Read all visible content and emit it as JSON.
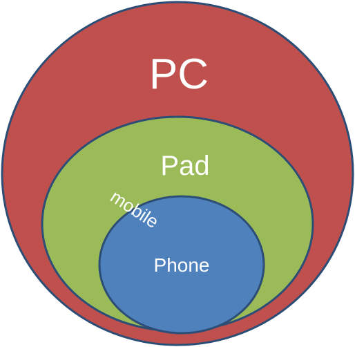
{
  "diagram": {
    "title": "",
    "colors": {
      "pc": "#c0504d",
      "pad": "#9bbb59",
      "phone": "#4f81bd",
      "outline": "#2c4d75",
      "text": "#ffffff"
    },
    "sets": {
      "pc": {
        "label": "PC"
      },
      "pad": {
        "label": "Pad"
      },
      "phone": {
        "label": "Phone"
      }
    },
    "annotation": "mobile"
  }
}
